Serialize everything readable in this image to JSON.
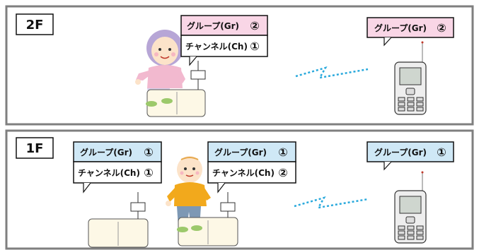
{
  "floors": {
    "upper": {
      "label": "2F",
      "bed_sensor": {
        "group": "グループ(Gr)",
        "group_no": "②",
        "channel": "チャンネル(Ch)",
        "channel_no": "①"
      },
      "handset": {
        "group": "グループ(Gr)",
        "group_no": "②"
      }
    },
    "lower": {
      "label": "1F",
      "bed_sensor_left": {
        "group": "グループ(Gr)",
        "group_no": "①",
        "channel": "チャンネル(Ch)",
        "channel_no": "①"
      },
      "bed_sensor_right": {
        "group": "グループ(Gr)",
        "group_no": "①",
        "channel": "チャンネル(Ch)",
        "channel_no": "②"
      },
      "handset": {
        "group": "グループ(Gr)",
        "group_no": "①"
      }
    }
  },
  "colors": {
    "group_2_bg": "#f9d6e6",
    "group_1_bg": "#cfe8f6",
    "frame": "#7f7f7f",
    "signal": "#29a9dc"
  }
}
